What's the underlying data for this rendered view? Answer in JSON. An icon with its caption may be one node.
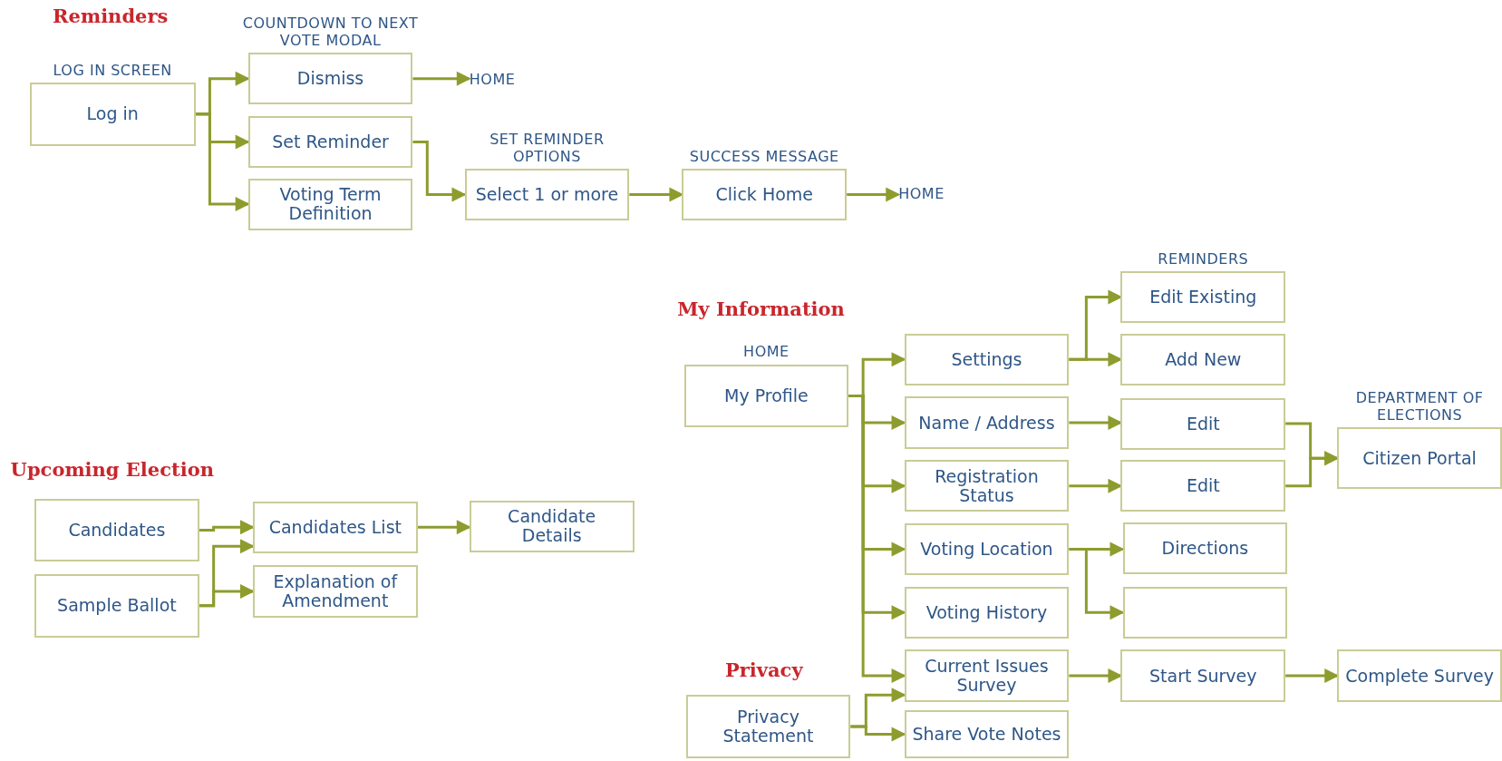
{
  "diagram": {
    "nodes": [
      {
        "text": [
          "Log in"
        ],
        "beside": [
          "LOG IN SCREEN"
        ]
      },
      {
        "text": [
          "Dismiss"
        ],
        "beside": [
          "COUNTDOWN TO NEXT VOTE MODAL"
        ]
      },
      {
        "text": [
          "Set Reminder"
        ]
      },
      {
        "text": [
          "Voting Term Definition"
        ]
      },
      {
        "text": [
          "HOME"
        ]
      },
      {
        "text": [
          "Select 1 or more"
        ],
        "beside": [
          "SET REMINDER OPTIONS"
        ]
      },
      {
        "text": [
          "Click Home"
        ],
        "beside": [
          "SUCCESS MESSAGE"
        ]
      },
      {
        "text": [
          "HOME"
        ]
      },
      {
        "text": [
          "Candidates"
        ]
      },
      {
        "text": [
          "Sample Ballot"
        ]
      },
      {
        "text": [
          "Candidates List"
        ]
      },
      {
        "text": [
          "Explanation of Amendment"
        ]
      },
      {
        "text": [
          "Candidate Details"
        ]
      },
      {
        "text": [
          "My Profile"
        ],
        "beside": [
          "HOME"
        ]
      },
      {
        "text": [
          "Settings"
        ]
      },
      {
        "text": [
          "Name / Address"
        ]
      },
      {
        "text": [
          "Registration Status"
        ]
      },
      {
        "text": [
          "Voting Location"
        ]
      },
      {
        "text": [
          "Voting History"
        ]
      },
      {
        "text": [
          "Current Issues Survey"
        ]
      },
      {
        "text": [
          "Share Vote Notes"
        ]
      },
      {
        "text": [
          "Edit Existing"
        ],
        "beside": [
          "REMINDERS"
        ]
      },
      {
        "text": [
          "Add New"
        ]
      },
      {
        "text": [
          "Edit"
        ]
      },
      {
        "text": [
          "Edit"
        ]
      },
      {
        "text": [
          "Directions"
        ]
      },
      {
        "text": [],
        "shape": "box"
      },
      {
        "text": [
          "Start Survey"
        ]
      },
      {
        "text": [
          "Citizen Portal"
        ],
        "beside": [
          "DEPARTMENT OF ELECTIONS"
        ]
      },
      {
        "text": [
          "Complete Survey"
        ]
      },
      {
        "text": [
          "Privacy Statement"
        ]
      }
    ],
    "edges": [
      {
        "from": 0,
        "to": 1,
        "arrow": "to"
      },
      {
        "from": 0,
        "to": 2,
        "arrow": "to"
      },
      {
        "from": 0,
        "to": 3,
        "arrow": "to"
      },
      {
        "from": 1,
        "to": 4,
        "arrow": "to"
      },
      {
        "from": 2,
        "to": 5,
        "arrow": "to"
      },
      {
        "from": 5,
        "to": 6,
        "arrow": "to"
      },
      {
        "from": 6,
        "to": 7,
        "arrow": "to"
      },
      {
        "from": 8,
        "to": 10,
        "arrow": "to"
      },
      {
        "from": 9,
        "to": 10,
        "arrow": "to"
      },
      {
        "from": 9,
        "to": 11,
        "arrow": "to"
      },
      {
        "from": 10,
        "to": 12,
        "arrow": "to"
      },
      {
        "from": 13,
        "to": 14,
        "arrow": "to"
      },
      {
        "from": 13,
        "to": 15,
        "arrow": "to"
      },
      {
        "from": 13,
        "to": 16,
        "arrow": "to"
      },
      {
        "from": 13,
        "to": 17,
        "arrow": "to"
      },
      {
        "from": 13,
        "to": 18,
        "arrow": "to"
      },
      {
        "from": 13,
        "to": 19,
        "arrow": "to"
      },
      {
        "from": 30,
        "to": 19,
        "arrow": "to"
      },
      {
        "from": 30,
        "to": 20,
        "arrow": "to"
      },
      {
        "from": 14,
        "to": 21,
        "arrow": "to"
      },
      {
        "from": 14,
        "to": 22,
        "arrow": "to"
      },
      {
        "from": 15,
        "to": 23,
        "arrow": "to"
      },
      {
        "from": 16,
        "to": 24,
        "arrow": "to"
      },
      {
        "from": 23,
        "to": 28,
        "arrow": "to"
      },
      {
        "from": 24,
        "to": 28,
        "arrow": "to"
      },
      {
        "from": 17,
        "to": 25,
        "arrow": "to"
      },
      {
        "from": 17,
        "to": 26,
        "arrow": "to"
      },
      {
        "from": 19,
        "to": 27,
        "arrow": "to"
      },
      {
        "from": 27,
        "to": 29,
        "arrow": "to"
      }
    ],
    "labels": [
      "Reminders",
      "Upcoming Election",
      "My Information",
      "Privacy"
    ]
  }
}
